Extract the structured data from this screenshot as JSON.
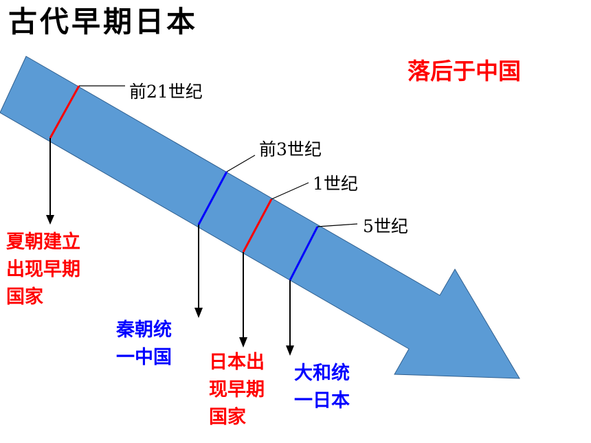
{
  "title": "古代早期日本",
  "note": "落后于中国",
  "colors": {
    "arrow_fill": "#5b9bd5",
    "arrow_stroke": "#2f5f8f",
    "red": "#ff0000",
    "blue": "#0000ff",
    "connector": "#000000"
  },
  "timeline": {
    "markers": [
      {
        "time_label": "前21世纪",
        "color": "red",
        "event_lines": [
          "夏朝建立",
          "出现早期",
          "国家"
        ]
      },
      {
        "time_label": "前3世纪",
        "color": "blue",
        "event_lines": [
          "秦朝统",
          "一中国"
        ]
      },
      {
        "time_label": "1世纪",
        "color": "red",
        "event_lines": [
          "日本出",
          "现早期",
          "国家"
        ]
      },
      {
        "time_label": "5世纪",
        "color": "blue",
        "event_lines": [
          "大和统",
          "一日本"
        ]
      }
    ]
  }
}
